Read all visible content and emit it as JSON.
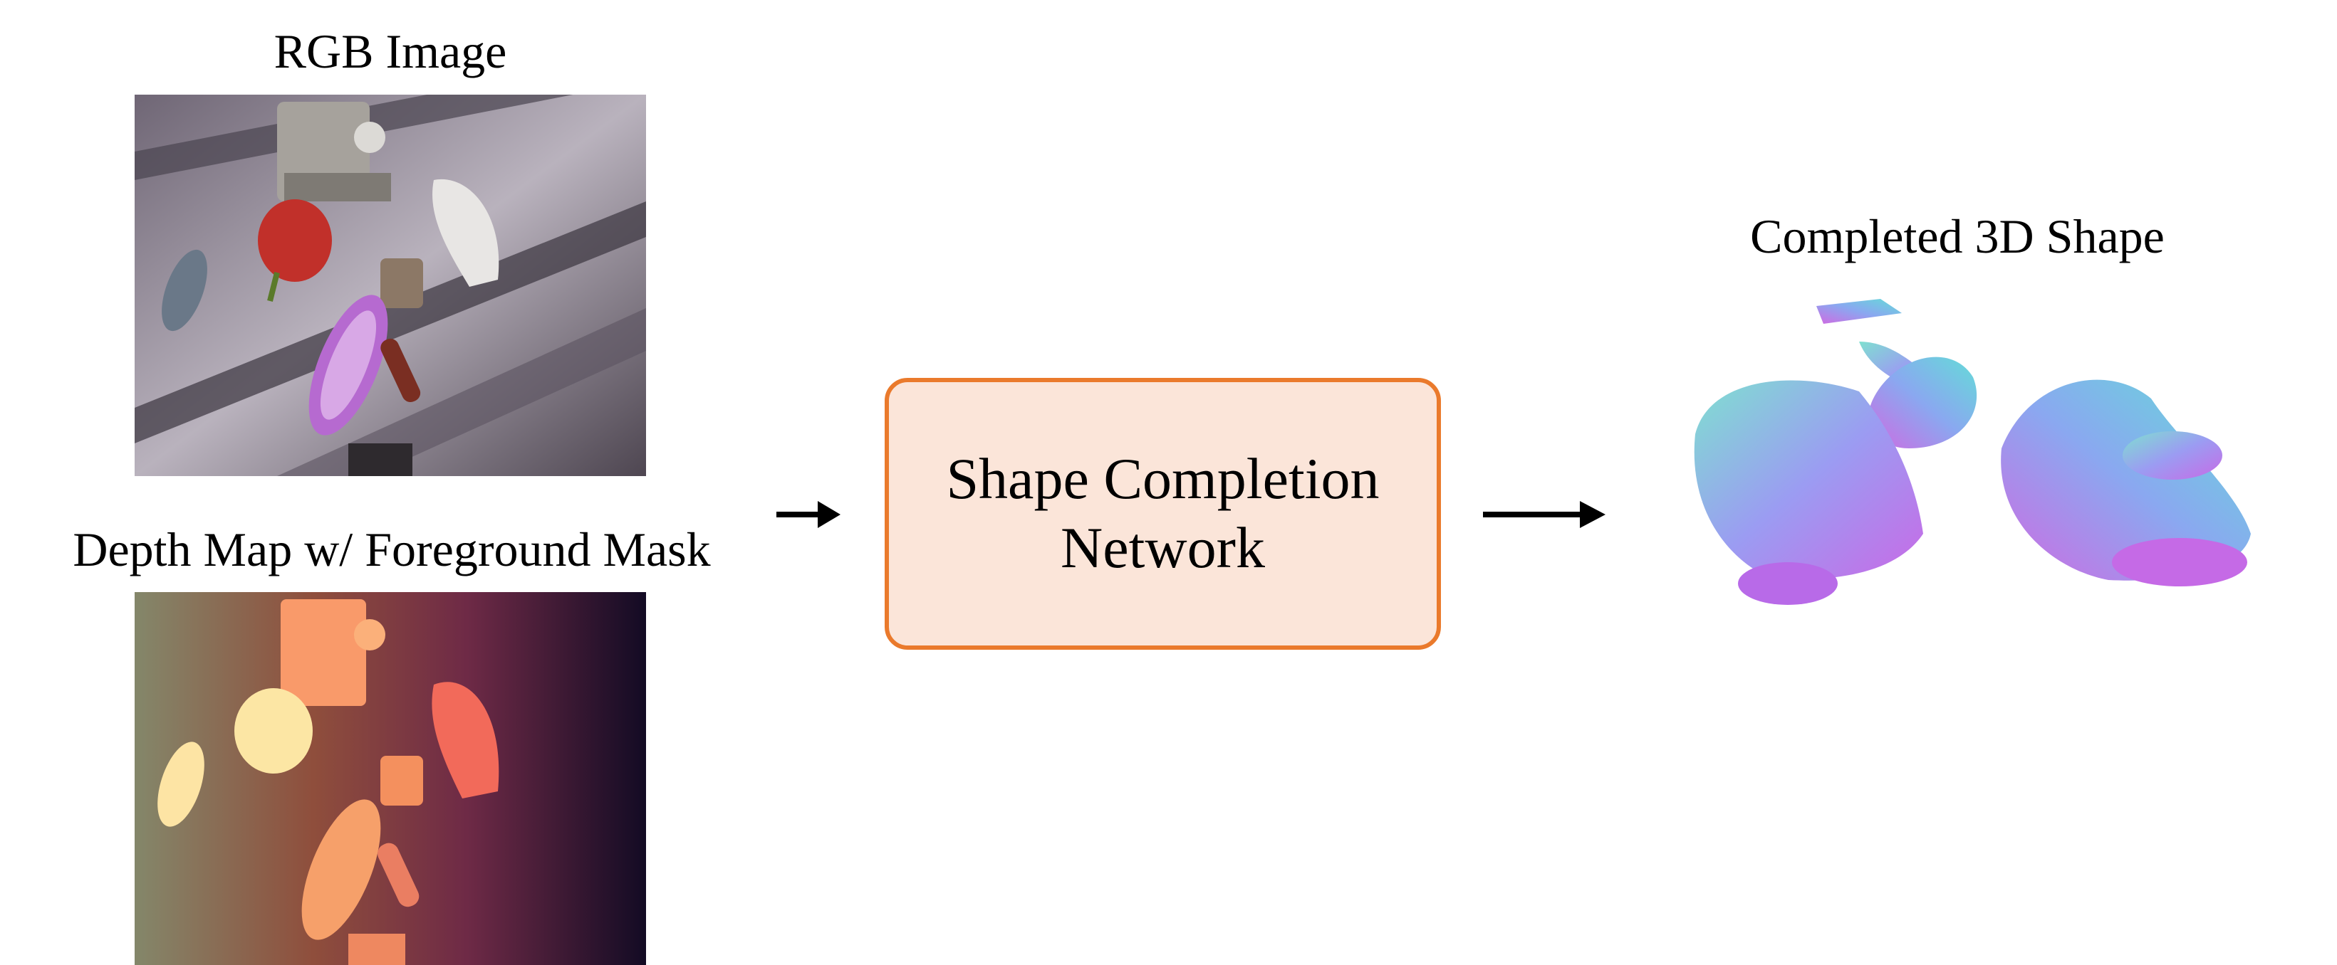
{
  "rgb_label": "RGB Image",
  "depth_label": "Depth Map w/ Foreground Mask",
  "network_line1": "Shape Completion",
  "network_line2": "Network",
  "output_label": "Completed 3D Shape",
  "icons": [
    "arrow-right-icon"
  ],
  "colors": {
    "box_border": "#ea7a2c",
    "box_fill": "#fbe5d9"
  }
}
